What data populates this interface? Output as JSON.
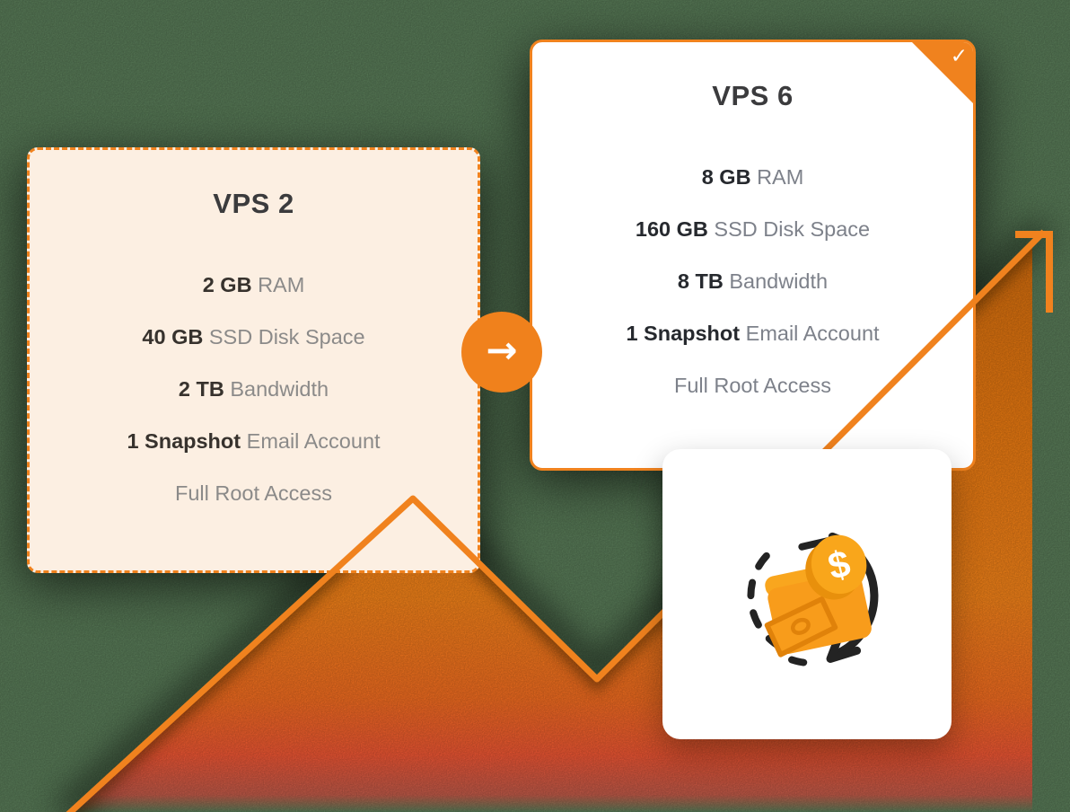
{
  "theme": {
    "background_color": "#587A57",
    "accent_orange": "#F0821E",
    "peach_card_bg": "#FCEFE2",
    "white_card_bg": "#FFFFFF",
    "mountain_gradient_top": "#D06C0E",
    "mountain_gradient_bottom": "#E94B41"
  },
  "plan_before": {
    "name": "VPS 2",
    "specs": [
      {
        "value": "2 GB",
        "label": "RAM"
      },
      {
        "value": "40 GB",
        "label": "SSD Disk Space"
      },
      {
        "value": "2 TB",
        "label": "Bandwidth"
      },
      {
        "value": "1 Snapshot",
        "label": "Email Account"
      },
      {
        "value": "",
        "label": "Full Root Access"
      }
    ]
  },
  "plan_after": {
    "name": "VPS 6",
    "selected_check": "✓",
    "specs": [
      {
        "value": "8 GB",
        "label": "RAM"
      },
      {
        "value": "160 GB",
        "label": "SSD Disk Space"
      },
      {
        "value": "8 TB",
        "label": "Bandwidth"
      },
      {
        "value": "1 Snapshot",
        "label": "Email Account"
      },
      {
        "value": "",
        "label": "Full Root Access"
      }
    ]
  },
  "upgrade_arrow": {
    "symbol": "→"
  },
  "icons": {
    "money_back": "wallet-dollar-refresh-icon",
    "growth": "trending-up-arrow",
    "coin_symbol": "$"
  }
}
